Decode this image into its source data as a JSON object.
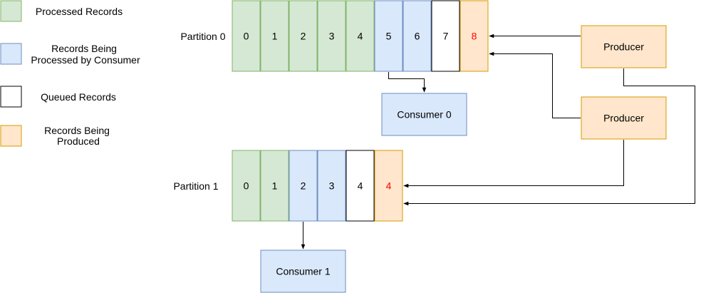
{
  "colors": {
    "processed_fill": "#d5e8d4",
    "processed_stroke": "#82b366",
    "processing_fill": "#dae8fc",
    "processing_stroke": "#6c8ebf",
    "queued_fill": "#ffffff",
    "queued_stroke": "#000000",
    "produced_fill": "#ffe6cc",
    "produced_stroke": "#d79b00",
    "produced_text": "#ff0000",
    "text": "#000000",
    "edge": "#000000"
  },
  "legend": [
    {
      "state": "processed",
      "lines": [
        "Processed Records"
      ]
    },
    {
      "state": "processing",
      "lines": [
        "Records Being",
        "Processed by Consumer"
      ]
    },
    {
      "state": "queued",
      "lines": [
        "Queued Records"
      ]
    },
    {
      "state": "produced",
      "lines": [
        "Records Being",
        "Produced"
      ]
    }
  ],
  "partitions": [
    {
      "label": "Partition 0",
      "records": [
        {
          "offset": "0",
          "state": "processed"
        },
        {
          "offset": "1",
          "state": "processed"
        },
        {
          "offset": "2",
          "state": "processed"
        },
        {
          "offset": "3",
          "state": "processed"
        },
        {
          "offset": "4",
          "state": "processed"
        },
        {
          "offset": "5",
          "state": "processing"
        },
        {
          "offset": "6",
          "state": "processing"
        },
        {
          "offset": "7",
          "state": "queued"
        },
        {
          "offset": "8",
          "state": "produced"
        }
      ]
    },
    {
      "label": "Partition 1",
      "records": [
        {
          "offset": "0",
          "state": "processed"
        },
        {
          "offset": "1",
          "state": "processed"
        },
        {
          "offset": "2",
          "state": "processing"
        },
        {
          "offset": "3",
          "state": "processing"
        },
        {
          "offset": "4",
          "state": "queued"
        },
        {
          "offset": "4",
          "state": "produced"
        }
      ]
    }
  ],
  "consumers": [
    {
      "label": "Consumer 0"
    },
    {
      "label": "Consumer 1"
    }
  ],
  "producers": [
    {
      "label": "Producer"
    },
    {
      "label": "Producer"
    }
  ]
}
